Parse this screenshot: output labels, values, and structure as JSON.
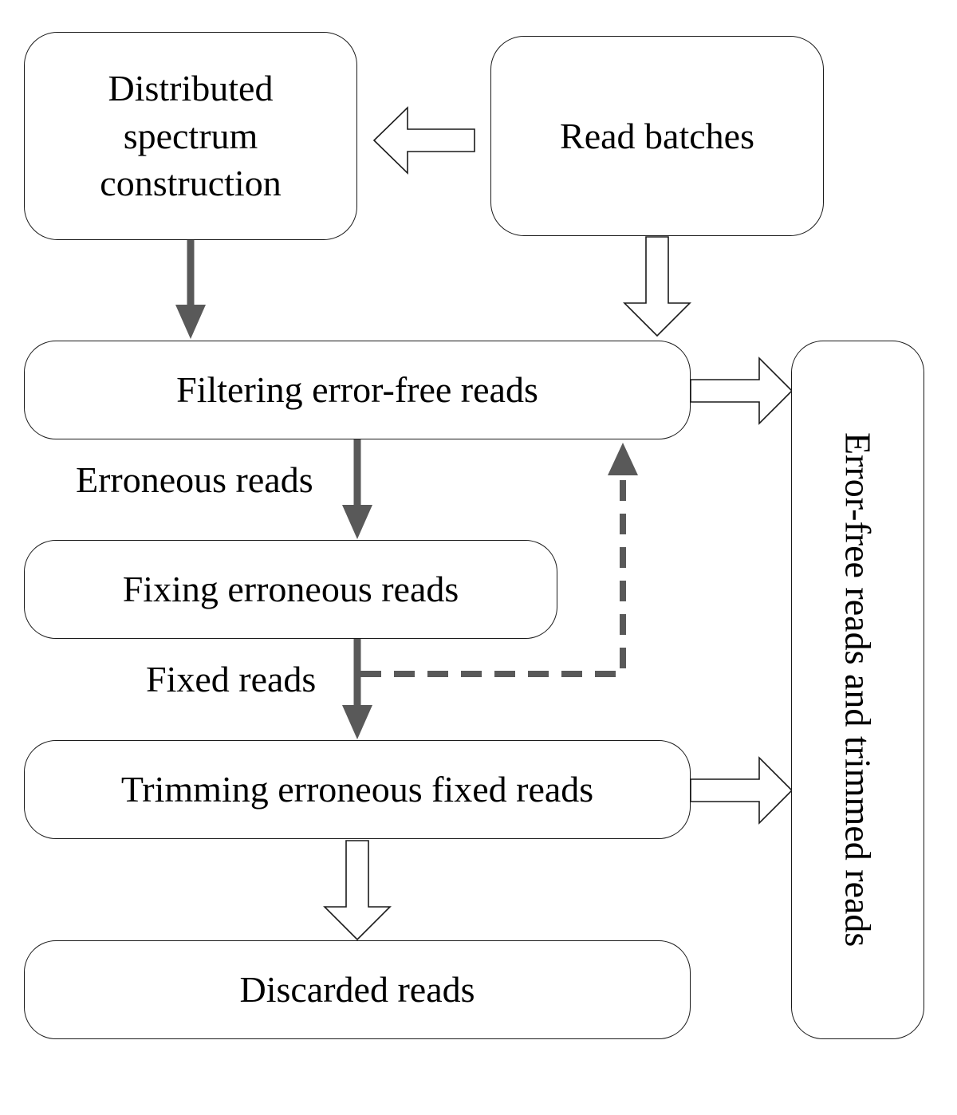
{
  "nodes": {
    "spectrum": "Distributed\nspectrum\nconstruction",
    "read_batches": "Read batches",
    "filtering": "Filtering error-free reads",
    "fixing": "Fixing erroneous reads",
    "trimming": "Trimming erroneous fixed reads",
    "discarded": "Discarded reads",
    "error_free_trimmed": "Error-free reads and trimmed reads"
  },
  "edge_labels": {
    "erroneous": "Erroneous reads",
    "fixed": "Fixed reads"
  },
  "colors": {
    "solid_arrow": "#595959",
    "hollow_arrow_stroke": "#1a1a1a",
    "box_border": "#1a1a1a",
    "text": "#000000"
  }
}
